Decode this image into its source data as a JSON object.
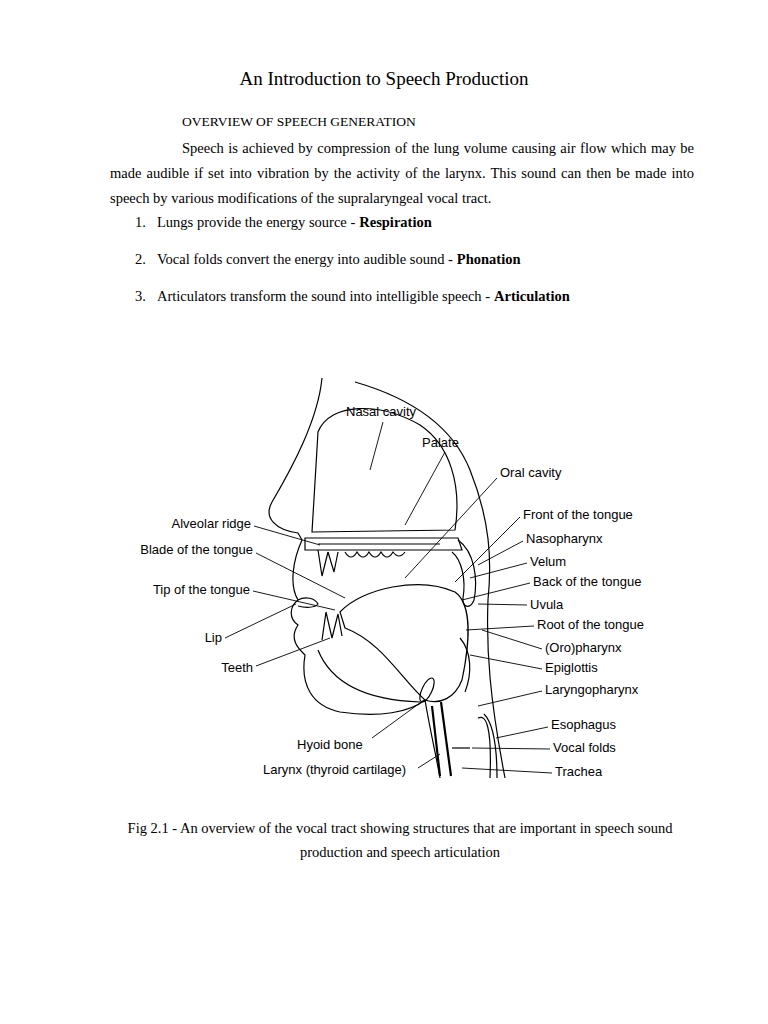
{
  "diagram": {
    "title": "An Introduction to Speech Production",
    "caption": "Fig 2.1 - An overview of the vocal tract showing structures that are important in speech sound production and speech articulation",
    "labels": [
      "OVERVIEW OF SPEECH GENERATION",
      "Speech is achieved by compression of the lung volume causing air flow which may be made audible if set into vibration by the activity of the larynx. This sound can then be made into speech by various modifications of the supralaryngeal vocal tract.",
      "1.",
      "Lungs provide the energy source -",
      "Respiration",
      "2.",
      "Vocal folds convert the energy into audible sound -",
      "Phonation",
      "3.",
      "Articulators transform the sound into intelligible speech -",
      "Articulation",
      "Nasal cavity",
      "Palate",
      "Oral cavity",
      "Alveolar ridge",
      "Front of the tongue",
      "Blade of the tongue",
      "Nasopharynx",
      "Velum",
      "Back of the tongue",
      "Tip of the tongue",
      "Uvula",
      "Root of the tongue",
      "Lip",
      "(Oro)pharynx",
      "Epiglottis",
      "Teeth",
      "Laryngopharynx",
      "Esophagus",
      "Hyoid bone",
      "Vocal folds",
      "Larynx (thyroid cartilage)",
      "Trachea"
    ]
  }
}
